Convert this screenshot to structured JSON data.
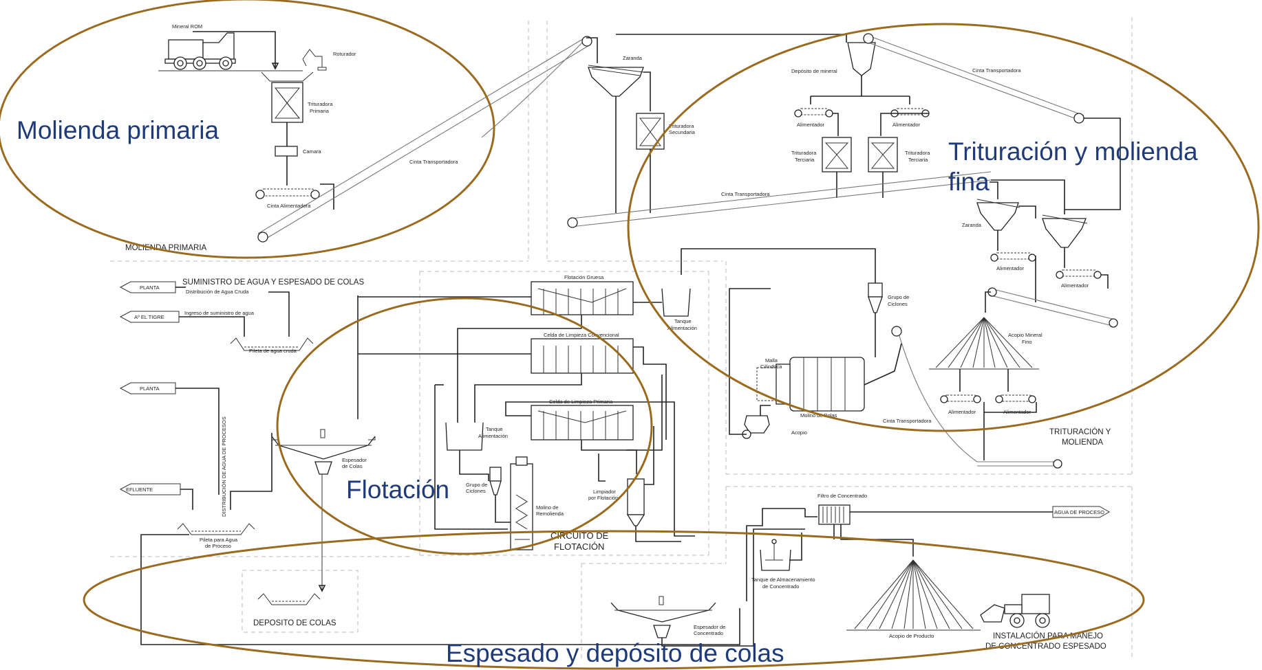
{
  "overlay_labels": {
    "molienda_primaria": "Molienda primaria",
    "trituracion_line1": "Trituración y molienda",
    "trituracion_line2": "fina",
    "flotacion": "Flotación",
    "espesado": "Espesado y depósito de colas"
  },
  "sections": {
    "molienda_primaria": "MOLIENDA PRIMARIA",
    "suministro": "SUMINISTRO DE  AGUA Y ESPESADO DE COLAS",
    "trituracion_1": "TRITURACIÓN Y",
    "trituracion_2": "MOLIENDA",
    "circuito_1": "CIRCUITO DE",
    "circuito_2": "FLOTACIÓN",
    "deposito_colas": "DEPOSITO DE COLAS",
    "instalacion_1": "INSTALACIÓN PARA MANEJO",
    "instalacion_2": "DE CONCENTRADO ESPESADO"
  },
  "equipment": {
    "mineral_rom": "Mineral ROM",
    "roturador": "Roturador",
    "trituradora_primaria_1": "Trituradora",
    "trituradora_primaria_2": "Primaria",
    "camara": "Camara",
    "cinta_transportadora": "Cinta Transportadora",
    "cinta_alimentadora": "Cinta Alimentadora",
    "zaranda": "Zaranda",
    "trituradora_secundaria_1": "Trituradora",
    "trituradora_secundaria_2": "Secundaria",
    "deposito_mineral": "Depósito de mineral",
    "alimentador": "Alimentador",
    "trituradora_terciaria_1": "Trituradora",
    "trituradora_terciaria_2": "Terciaria",
    "grupo_ciclones_1": "Grupo de",
    "grupo_ciclones_2": "Ciclones",
    "acopio_mineral_1": "Acopio Mineral",
    "acopio_mineral_2": "Fino",
    "malla_cilindrica_1": "Malla",
    "malla_cilindrica_2": "Cilíndrica",
    "molino_bolas": "Molino de Bolas",
    "acopio": "Acopio",
    "planta": "PLANTA",
    "distribucion_agua_cruda": "Distribución de Agua Cruda",
    "el_tigre": "Aº EL TIGRE",
    "ingreso_agua": "Ingreso de suministro de agua",
    "pileta_agua_cruda": "Pileta de agua cruda",
    "distribucion_agua_procesos": "DISTRIBUCIÓN DE AGUA DE PROCESOS",
    "efluente": "EFLUENTE",
    "pileta_proceso_1": "Pileta para Agua",
    "pileta_proceso_2": "de Proceso",
    "espesador_colas_1": "Espesador",
    "espesador_colas_2": "de Colas",
    "flotacion_gruesa": "Flotación Gruesa",
    "tanque_alimentacion_1": "Tanque",
    "tanque_alimentacion_2": "Alimentación",
    "celda_convencional": "Celda de Limpieza Convencional",
    "celda_primaria": "Celda de Limpieza Primaria",
    "molino_remolienda_1": "Molino de",
    "molino_remolienda_2": "Remolienda",
    "limpiador_1": "Limpiador",
    "limpiador_2": "por Flotación",
    "filtro_concentrado": "Filtro de Concentrado",
    "agua_proceso": "AGUA DE PROCESO",
    "tanque_almacenamiento_1": "Tanque de Almacenamiento",
    "tanque_almacenamiento_2": "de Concentrado",
    "espesador_concentrado_1": "Espesador de",
    "espesador_concentrado_2": "Concentrado",
    "acopio_producto": "Acopio de Producto"
  }
}
